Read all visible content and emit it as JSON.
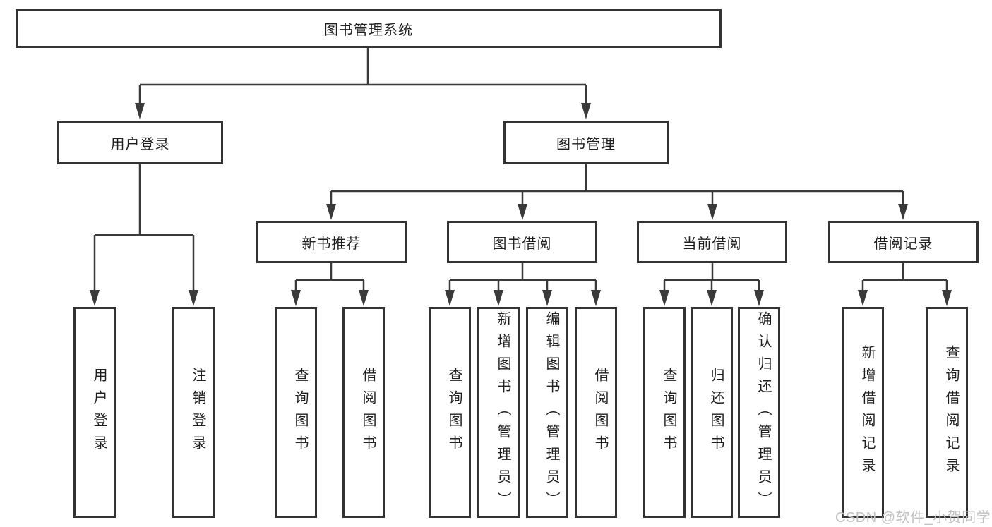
{
  "nodes": {
    "root": "图书管理系统",
    "level2": [
      {
        "label": "用户登录"
      },
      {
        "label": "图书管理"
      }
    ],
    "level3": [
      {
        "label": "新书推荐"
      },
      {
        "label": "图书借阅"
      },
      {
        "label": "当前借阅"
      },
      {
        "label": "借阅记录"
      }
    ],
    "leaves": [
      {
        "label": "用户登录"
      },
      {
        "label": "注销登录"
      },
      {
        "label": "查询图书"
      },
      {
        "label": "借阅图书"
      },
      {
        "label": "查询图书"
      },
      {
        "label": "新增图书（管理员）"
      },
      {
        "label": "编辑图书（管理员）"
      },
      {
        "label": "借阅图书"
      },
      {
        "label": "查询图书"
      },
      {
        "label": "归还图书"
      },
      {
        "label": "确认归还（管理员）"
      },
      {
        "label": "新增借阅记录"
      },
      {
        "label": "查询借阅记录"
      }
    ]
  },
  "watermark": {
    "text": "CSDN @软件_小贺同学"
  },
  "colors": {
    "line": "#3a3a3a",
    "box_border": "#333333",
    "text": "#1f1f1f",
    "watermark": "#c2c1c1",
    "background": "#ffffff"
  }
}
